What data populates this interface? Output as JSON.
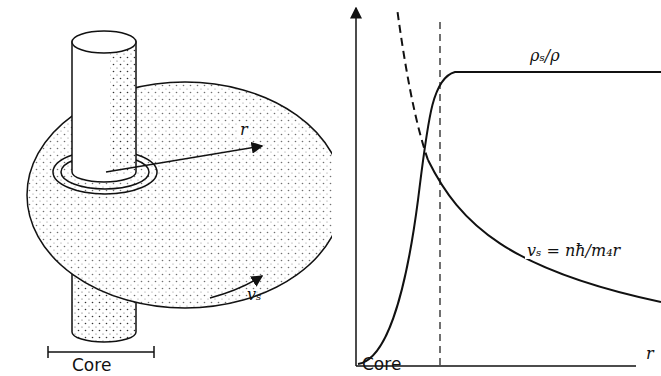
{
  "diagram": {
    "labels": [
      "r",
      "vₛ",
      "Core",
      "ρₛ/ρ",
      "vₛ = nħ/m₄r",
      "Core",
      "r"
    ]
  }
}
